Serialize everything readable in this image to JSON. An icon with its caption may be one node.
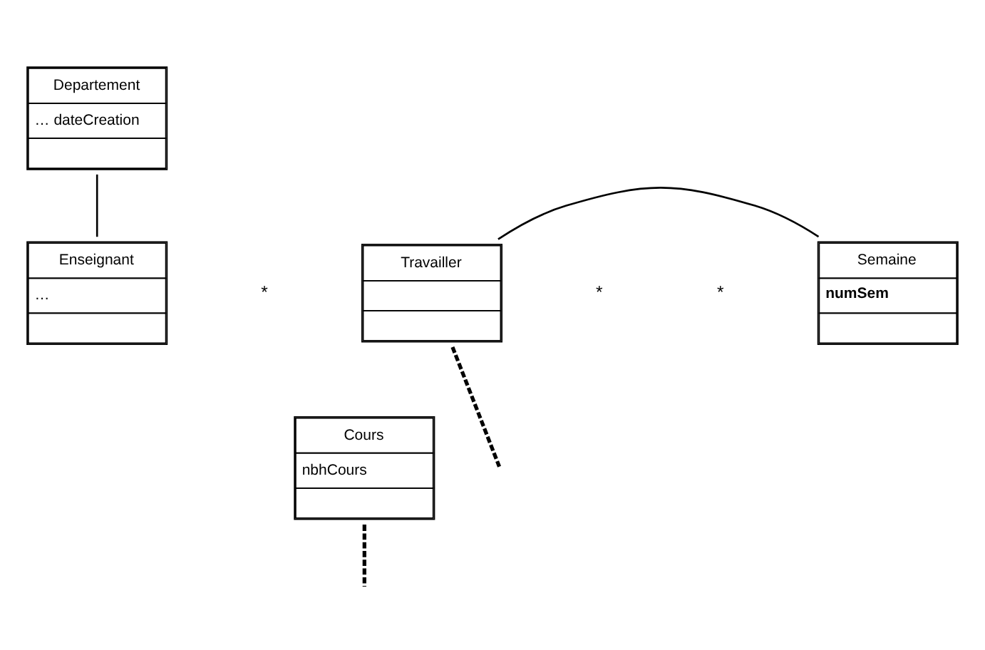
{
  "diagram": {
    "nodes": [
      {
        "text": [
          "Departement",
          "… dateCreation"
        ]
      },
      {
        "text": [
          "Enseignant",
          "…"
        ]
      },
      {
        "text": [
          "Travailler"
        ]
      },
      {
        "text": [
          "Semaine",
          "numSem"
        ]
      },
      {
        "text": [
          "Cours",
          "nbhCours"
        ]
      }
    ],
    "edges": [
      {
        "from": 0,
        "to": 1,
        "arrow": "none"
      },
      {
        "from": 2,
        "to": null,
        "arrow": "none",
        "style": "dashed"
      },
      {
        "from": 2,
        "to": 3,
        "arrow": "none"
      },
      {
        "from": 4,
        "to": null,
        "arrow": "none",
        "style": "dashed"
      }
    ],
    "labels": [
      "*",
      "*",
      "*"
    ]
  }
}
